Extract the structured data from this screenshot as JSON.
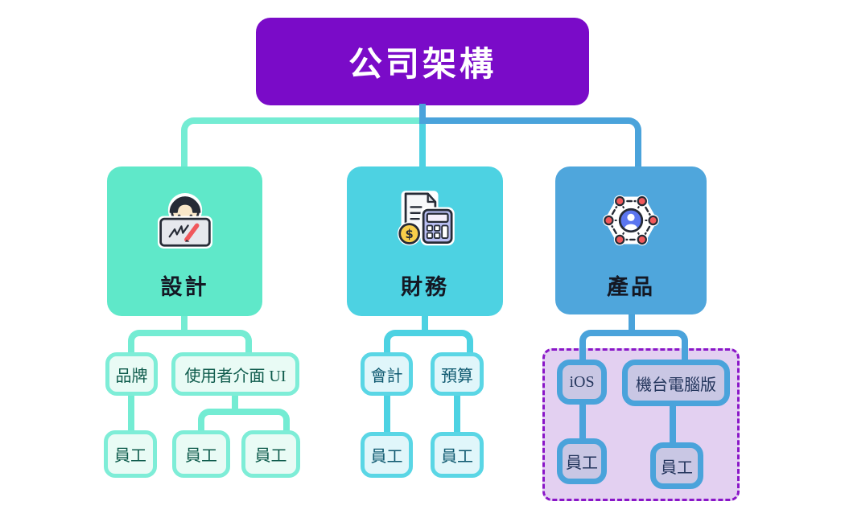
{
  "title": {
    "label": "公司架構"
  },
  "palette": {
    "root_purple": "#7A0BC8",
    "design_mint": "#5FE8C9",
    "design_line": "#74ECD3",
    "design_sub_fill": "#E9FBF5",
    "finance_cyan": "#4DD2E2",
    "finance_sub_fill": "#E0F6FA",
    "product_blue": "#4FA6DC",
    "product_line": "#4AA3DB",
    "product_sub_fill": "#C9C7E4",
    "product_group_fill": "#E3D0F1",
    "product_group_border": "#8A16C8"
  },
  "departments": [
    {
      "label": "設計",
      "icon": "designer-laptop-icon",
      "teams": [
        {
          "label": "品牌",
          "members": [
            "員工"
          ]
        },
        {
          "label": "使用者介面 UI",
          "members": [
            "員工",
            "員工"
          ]
        }
      ]
    },
    {
      "label": "財務",
      "icon": "finance-calculator-icon",
      "teams": [
        {
          "label": "會計",
          "members": [
            "員工"
          ]
        },
        {
          "label": "預算",
          "members": [
            "員工"
          ]
        }
      ]
    },
    {
      "label": "產品",
      "icon": "product-network-icon",
      "teams": [
        {
          "label": "iOS",
          "members": [
            "員工"
          ]
        },
        {
          "label": "機台電腦版",
          "members": [
            "員工"
          ]
        }
      ]
    }
  ]
}
